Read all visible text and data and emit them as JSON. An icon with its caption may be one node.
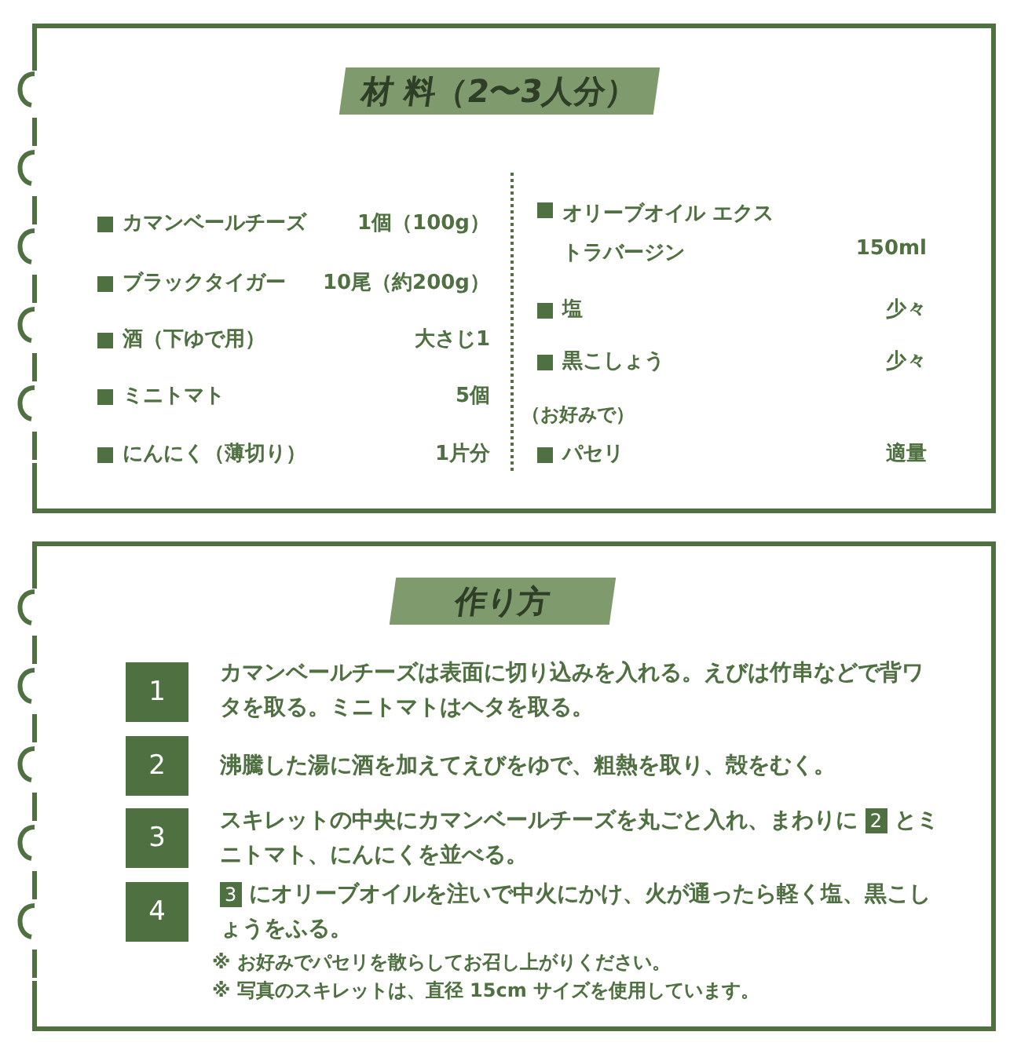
{
  "diagram": {
    "nodes": [
      {
        "text": [
          "材 料（2〜3人分）"
        ]
      },
      {
        "text": [
          "作り方"
        ]
      },
      {
        "text": [
          "1"
        ],
        "in": 1,
        "beside": [
          "カマンベールチーズは表面に切り込みを入れる。えびは竹串などで背ワタを取る。ミニトマトはヘタを取る。"
        ]
      },
      {
        "text": [
          "2"
        ],
        "in": 1,
        "beside": [
          "沸騰した湯に酒を加えてえびをゆで、粗熱を取り、殻をむく。"
        ]
      },
      {
        "text": [
          "3"
        ],
        "in": 1,
        "beside": [
          "スキレットの中央にカマンベールチーズを丸ごと入れ、まわりに **2** とミニトマト、にんにくを並べる。"
        ]
      },
      {
        "text": [
          "4"
        ],
        "in": 1,
        "beside": [
          "**3** にオリーブオイルを注いで中火にかけ、火が通ったら軽く塩、黒こしょうをふる。"
        ]
      }
    ],
    "labels": [
      "カマンベールチーズ",
      "1個（100g）",
      "ブラックタイガー",
      "10尾（約200g）",
      "酒（下ゆで用）",
      "大さじ1",
      "ミニトマト",
      "5個",
      "にんにく（薄切り）",
      "1片分",
      "オリーブオイル エクストラバージン",
      "150ml",
      "塩",
      "少々",
      "黒こしょう",
      "少々",
      "（お好みで）",
      "パセリ",
      "適量",
      "※ お好みでパセリを散らしてお召し上がりください。",
      "※ 写真のスキレットは、直径 15cm サイズを使用しています。"
    ]
  }
}
